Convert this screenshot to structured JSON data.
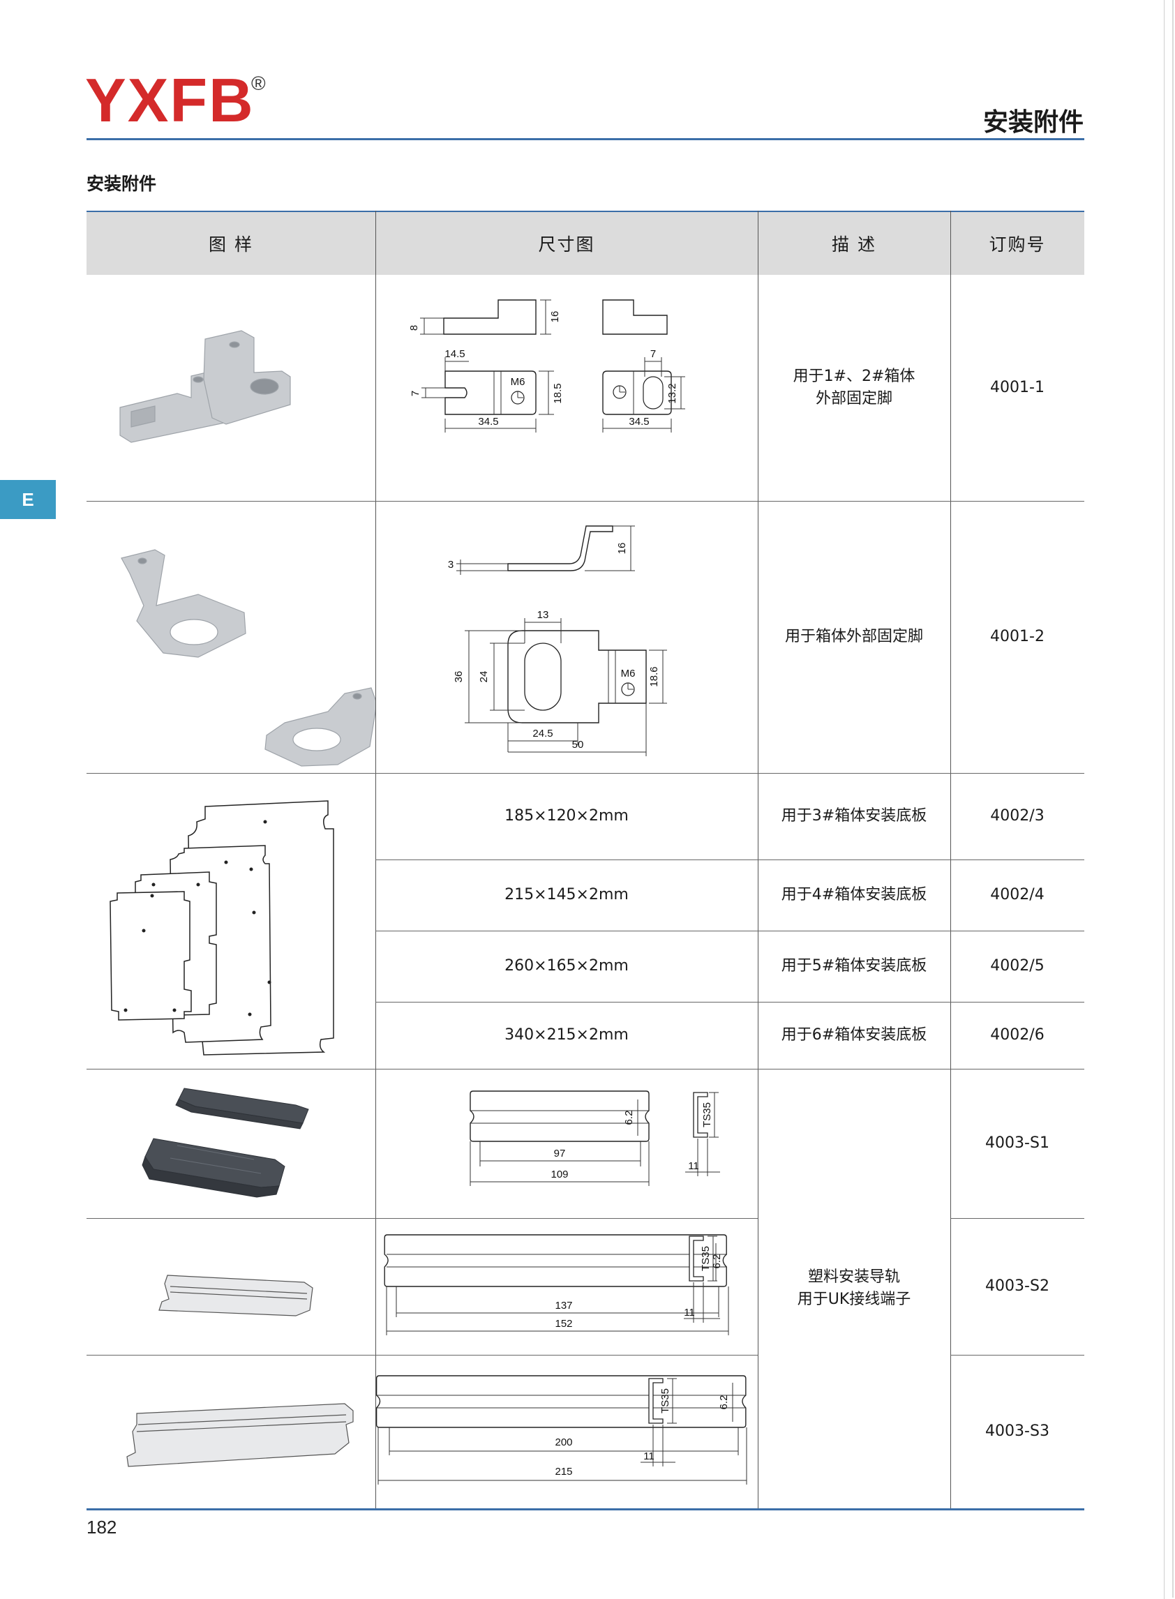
{
  "brand": {
    "logo": "YXFB",
    "registered": "®"
  },
  "header": {
    "title": "安装附件"
  },
  "section": {
    "title": "安装附件"
  },
  "side_tab": {
    "label": "E"
  },
  "table": {
    "columns": [
      "图 样",
      "尺寸图",
      "描 述",
      "订购号"
    ],
    "rows": [
      {
        "description_lines": [
          "用于1#、2#箱体",
          "外部固定脚"
        ],
        "order_no": "4001-1",
        "dims": {
          "height_small": "8",
          "height_large": "16",
          "slot_w": "14.5",
          "slot_h": "7",
          "thread": "M6",
          "body_h": "18.5",
          "length": "34.5",
          "length2": "34.5",
          "hole_w": "7",
          "hole_h": "13.2"
        }
      },
      {
        "description_lines": [
          "用于箱体外部固定脚"
        ],
        "order_no": "4001-2",
        "dims": {
          "thickness": "3",
          "height": "16",
          "slot_w": "13",
          "outer_h": "36",
          "slot_h": "24",
          "thread": "M6",
          "tab_h": "18.6",
          "half_len": "24.5",
          "length": "50"
        }
      },
      {
        "size": "185×120×2mm",
        "description": "用于3#箱体安装底板",
        "order_no": "4002/3"
      },
      {
        "size": "215×145×2mm",
        "description": "用于4#箱体安装底板",
        "order_no": "4002/4"
      },
      {
        "size": "260×165×2mm",
        "description": "用于5#箱体安装底板",
        "order_no": "4002/5"
      },
      {
        "size": "340×215×2mm",
        "description": "用于6#箱体安装底板",
        "order_no": "4002/6"
      },
      {
        "order_no": "4003-S1",
        "dims": {
          "hole": "6.2",
          "inner": "97",
          "outer": "109",
          "profile": "TS35",
          "profile_w": "11"
        }
      },
      {
        "order_no": "4003-S2",
        "dims": {
          "hole": "6.2",
          "inner": "137",
          "outer": "152",
          "profile": "TS35",
          "profile_w": "11"
        }
      },
      {
        "order_no": "4003-S3",
        "dims": {
          "hole": "6.2",
          "inner": "200",
          "outer": "215",
          "profile": "TS35",
          "profile_w": "11"
        }
      }
    ],
    "rail_description_lines": [
      "塑料安装导轨",
      "用于UK接线端子"
    ]
  },
  "footer": {
    "page_number": "182"
  },
  "colors": {
    "brand_red": "#d42a2a",
    "rule_blue": "#3b6ea8",
    "tab_blue": "#3b9bc4",
    "header_gray": "#dcdcdc",
    "part_gray": "#c9ccd0",
    "rail_dark": "#4a4f56"
  }
}
